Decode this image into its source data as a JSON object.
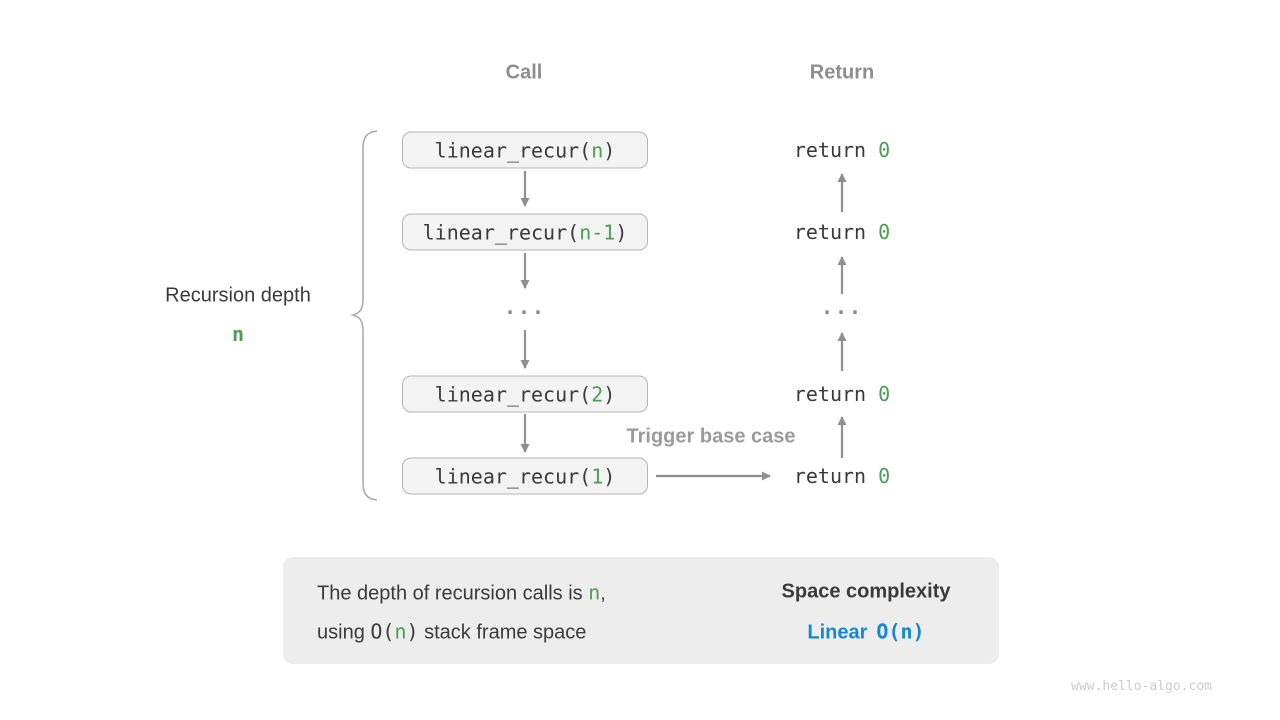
{
  "headers": {
    "call": "Call",
    "return": "Return"
  },
  "depth": {
    "label": "Recursion depth",
    "value": "n"
  },
  "calls": [
    {
      "pre": "linear_recur(",
      "arg": "n",
      "post": ")"
    },
    {
      "pre": "linear_recur(",
      "arg": "n-1",
      "post": ")"
    },
    {
      "pre": "linear_recur(",
      "arg": "2",
      "post": ")"
    },
    {
      "pre": "linear_recur(",
      "arg": "1",
      "post": ")"
    }
  ],
  "returns": [
    {
      "keyword": "return ",
      "value": "0"
    },
    {
      "keyword": "return ",
      "value": "0"
    },
    {
      "keyword": "return ",
      "value": "0"
    },
    {
      "keyword": "return ",
      "value": "0"
    }
  ],
  "ellipsis": "...",
  "trigger": {
    "label": "Trigger base case"
  },
  "summary": {
    "line1": {
      "pre": "The depth of recursion calls is ",
      "var": "n",
      "post": ","
    },
    "line2": {
      "pre": "using ",
      "code_open": "O(",
      "var": "n",
      "code_close": ")",
      "post": " stack frame space"
    },
    "result": {
      "title": "Space complexity",
      "name": "Linear",
      "code": "O(n)"
    }
  },
  "watermark": "www.hello-algo.com",
  "colors": {
    "green": "#4c9e52",
    "blue": "#1787d3",
    "dark_text": "#3a3a3a",
    "header_gray": "#8e8e8e",
    "trigger_gray": "#9b9b9b",
    "arrow_gray": "#8f8f8f",
    "brace_gray": "#ababab",
    "box_fill": "#f3f3f3",
    "box_border": "#b5b5b5",
    "panel_fill": "#ededed",
    "block_arrow": "#c3c3c3",
    "watermark_gray": "#cccccc"
  }
}
